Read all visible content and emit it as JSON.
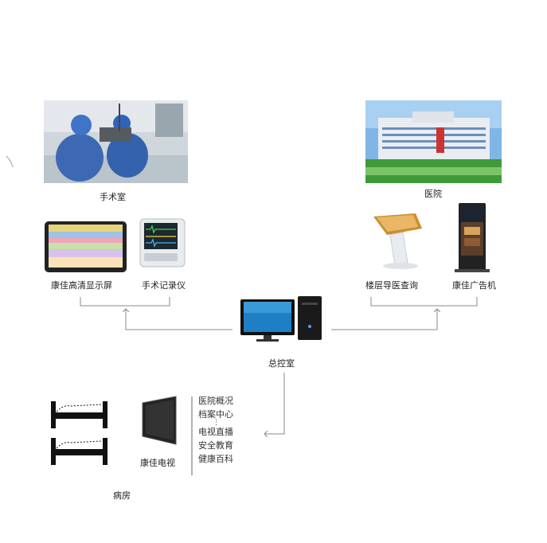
{
  "labels": {
    "operating_room": "手术室",
    "hospital": "医院",
    "hd_display": "康佳高清显示屏",
    "surgery_recorder": "手术记录仪",
    "floor_guide": "楼层导医查询",
    "ad_machine": "康佳广告机",
    "control_room": "总控室",
    "konka_tv": "康佳电视",
    "ward": "病房"
  },
  "menu": {
    "items_top": [
      "医院概况",
      "档案中心"
    ],
    "ellipsis": "⋮",
    "items_bottom": [
      "电视直播",
      "安全教育",
      "健康百科"
    ]
  },
  "colors": {
    "line": "#8a8a8a",
    "monitor_blue": "#1f7fc4"
  }
}
